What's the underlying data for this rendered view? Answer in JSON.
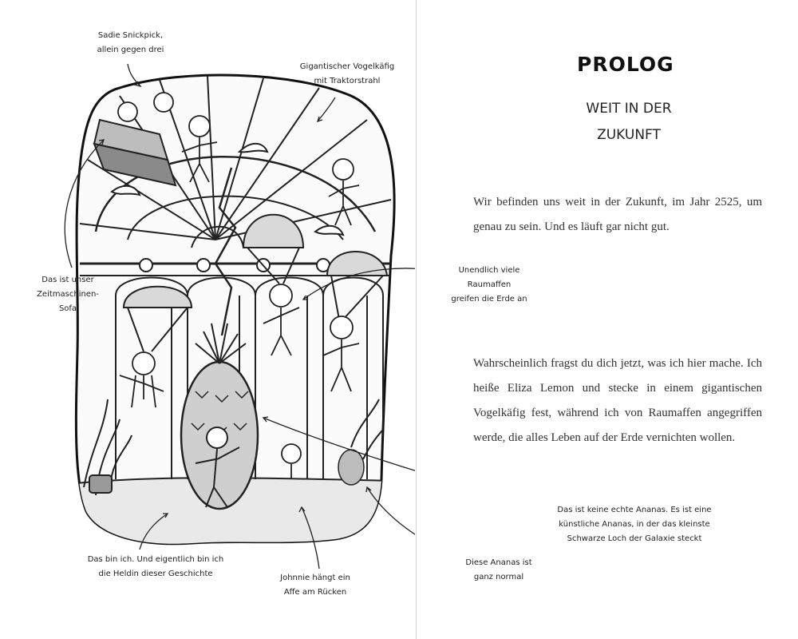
{
  "illustration": {
    "labels": {
      "sadie": "Sadie Snickpick,\nallein gegen drei",
      "cage": "Gigantischer Vogelkäfig\nmit Traktorstrahl",
      "sofa": "Das ist unser\nZeitmaschinen-\nSofa",
      "monkeys": "Unendlich viele\nRaumaffen\ngreifen die Erde an",
      "fake_pineapple": "Das ist keine echte Ananas. Es ist eine\nkünstliche Ananas, in der das kleinste\nSchwarze Loch der Galaxie steckt",
      "normal_pineapple": "Diese Ananas ist\nganz normal",
      "heroine": "Das bin ich. Und eigentlich bin ich\ndie Heldin dieser Geschichte",
      "johnnie": "Johnnie hängt ein\nAffe am Rücken"
    }
  },
  "prolog": {
    "title": "PROLOG",
    "subtitle": "WEIT IN DER\nZUKUNFT",
    "paragraphs": [
      "Wir befinden uns weit in der Zukunft, im Jahr 2525, um genau zu sein. Und es läuft gar nicht gut.",
      "Wahrscheinlich fragst du dich jetzt, was ich hier mache. Ich heiße Eliza Lemon und stecke in einem gigantischen Vogelkäfig fest, während ich von Raumaffen angegriffen werde, die alles Leben auf der Erde vernichten wollen."
    ]
  }
}
